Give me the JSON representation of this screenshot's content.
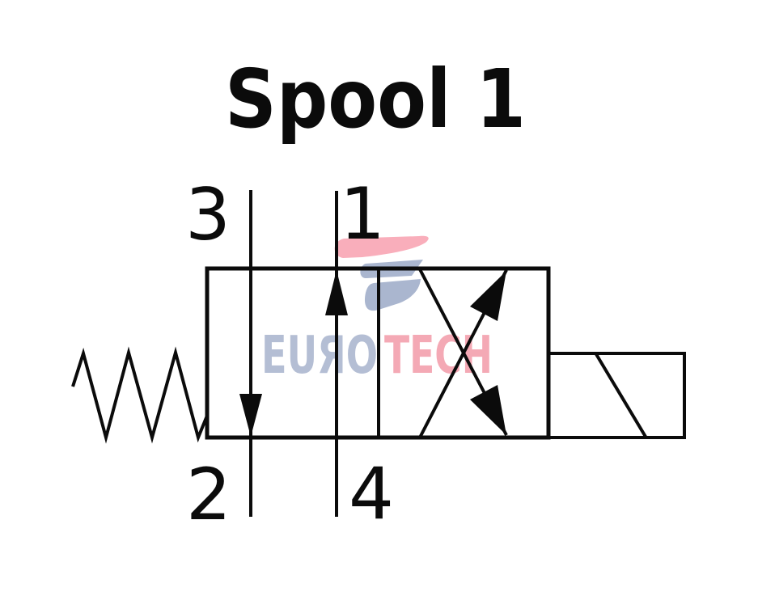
{
  "title": "Spool 1",
  "ports": {
    "top_left": "3",
    "top_right": "1",
    "bottom_left": "2",
    "bottom_right": "4"
  },
  "watermark": {
    "brand_left": "EUЯO",
    "brand_right": "TECH",
    "colors": {
      "brand_left": "#b4bed4",
      "brand_right": "#f4a9b5",
      "emblem_swoosh": "#f9aebb",
      "emblem_e": "#aab6cf"
    }
  },
  "diagram": {
    "line_color": "#0b0b0b",
    "background": "#ffffff"
  }
}
